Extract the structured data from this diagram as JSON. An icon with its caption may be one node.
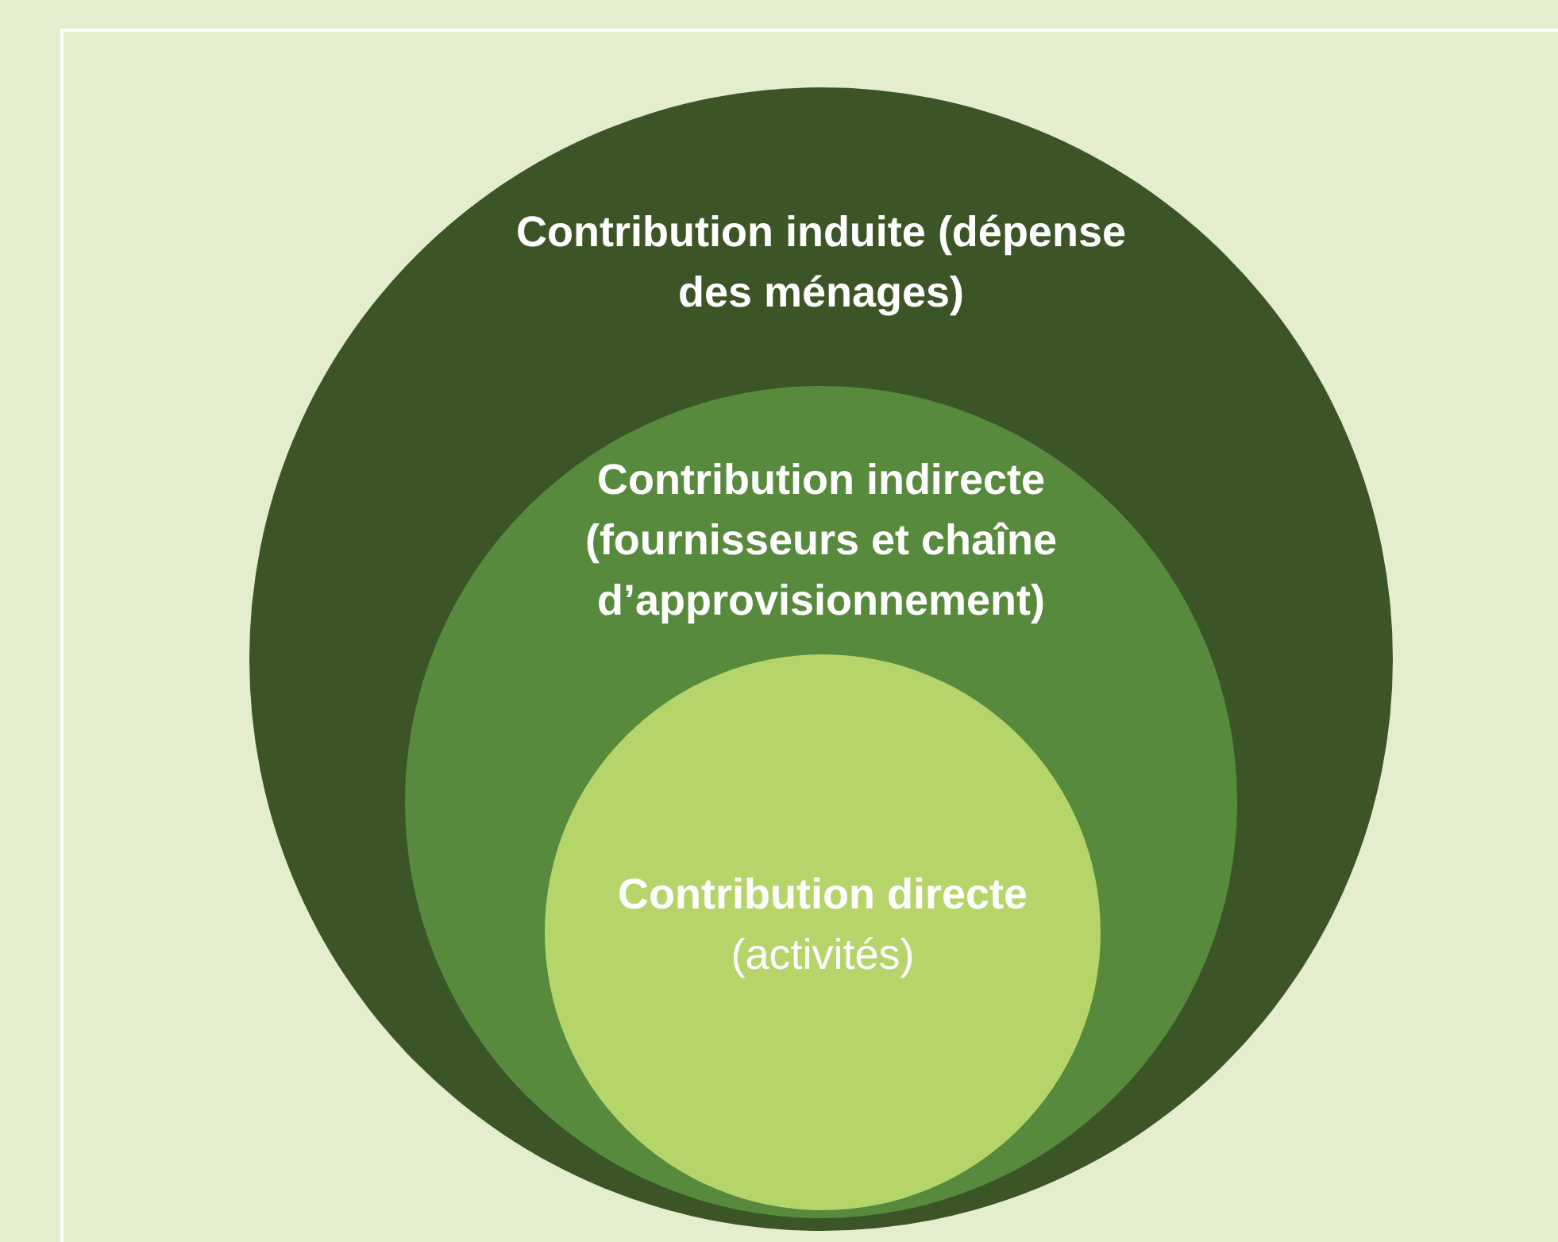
{
  "diagram": {
    "nodes": [
      {
        "text": [
          "Contribution induite (dépense des ménages)"
        ]
      },
      {
        "text": [
          "Contribution indirecte (fournisseurs et chaîne d’approvisionnement)"
        ],
        "in": 0
      },
      {
        "text": [
          "Contribution directe",
          "(activités)"
        ],
        "in": 1
      }
    ]
  }
}
